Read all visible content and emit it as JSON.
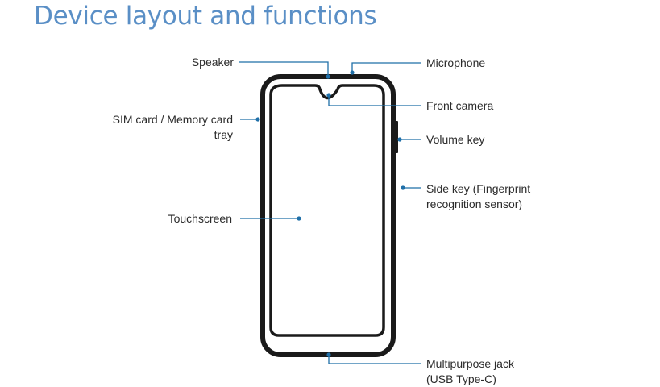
{
  "title": "Device layout and functions",
  "colors": {
    "title": "#5a8fc6",
    "leader": "#1f6fa8",
    "device": "#1a1a1a"
  },
  "labels": {
    "speaker": "Speaker",
    "microphone": "Microphone",
    "front_camera": "Front camera",
    "sim_tray_line1": "SIM card / Memory card",
    "sim_tray_line2": "tray",
    "volume_key": "Volume key",
    "side_key_line1": "Side key (Fingerprint",
    "side_key_line2": "recognition sensor)",
    "touchscreen": "Touchscreen",
    "jack_line1": "Multipurpose jack",
    "jack_line2": "(USB Type-C)"
  }
}
